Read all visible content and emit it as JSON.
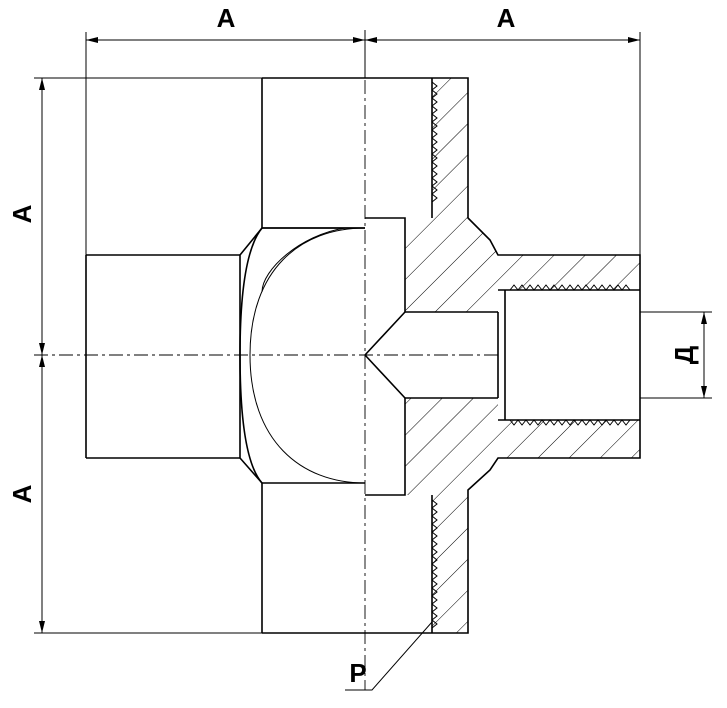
{
  "labels": {
    "top_left_dim": "А",
    "top_right_dim": "А",
    "left_upper_dim": "А",
    "left_lower_dim": "А",
    "bore_dim": "Д",
    "thread_callout": "Р"
  },
  "colors": {
    "line": "#000000",
    "background": "#ffffff"
  }
}
